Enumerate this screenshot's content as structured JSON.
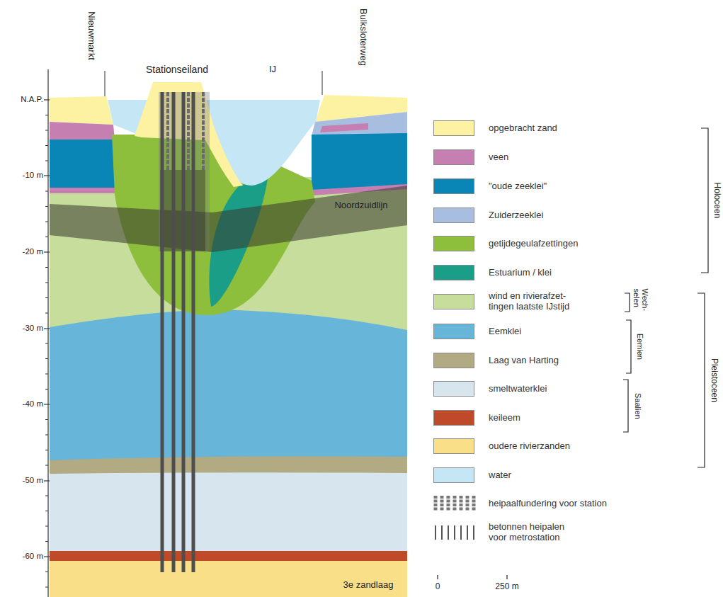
{
  "diagram": {
    "labels": [
      "Nieuwmarkt",
      "Stationseiland",
      "Bulksloterweg",
      "IJ",
      "N.A.P.",
      "-10 m",
      "-20 m",
      "-30 m",
      "-40 m",
      "-50 m",
      "-60 m",
      "Noordzuidlijn",
      "3e zandlaag",
      "Holoceen",
      "Wech- selen",
      "Eemien",
      "Saalien",
      "Pleistoceen",
      "0",
      "250 m"
    ],
    "legend": [
      {
        "text": "opgebracht zand",
        "color": "#fcf2a2"
      },
      {
        "text": "veen",
        "color": "#c57fb1"
      },
      {
        "text": "\"oude zeeklei\"",
        "color": "#0a86b6"
      },
      {
        "text": "Zuiderzeeklei",
        "color": "#a8bee0"
      },
      {
        "text": "getijdegeulafzettingen",
        "color": "#8dbf3d"
      },
      {
        "text": "Estuarium / klei",
        "color": "#1b9e88"
      },
      {
        "text": "wind en rivierafzet- tingen laatste IJstijd",
        "color": "#c7dd9c"
      },
      {
        "text": "Eemklei",
        "color": "#67b5d9"
      },
      {
        "text": "Laag van Harting",
        "color": "#b2aa83"
      },
      {
        "text": "smeltwaterklei",
        "color": "#d7e6ee"
      },
      {
        "text": "keileem",
        "color": "#be4a2a"
      },
      {
        "text": "oudere rivierzanden",
        "color": "#fadf89"
      },
      {
        "text": "water",
        "color": "#c4e6f5"
      },
      {
        "text": "heipaalfundering voor station"
      },
      {
        "text": "betonnen heipalen voor metrostation"
      }
    ]
  }
}
